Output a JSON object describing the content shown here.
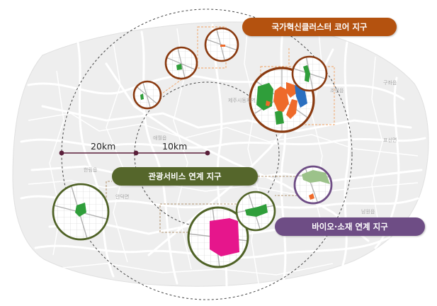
{
  "labels": {
    "core_zone": "국가혁신클러스터  코어 지구",
    "tourism_zone": "관광서비스  연계 지구",
    "bio_zone": "바이오·소재  연계 지구"
  },
  "distances": {
    "outer": "20km",
    "inner": "10km"
  },
  "places": {
    "central": "제주시동지역",
    "aewol": "애월읍",
    "hallim": "한림읍",
    "andeok": "안덕면",
    "jocheon": "조천읍",
    "gujwa": "구좌읍",
    "pyoseon": "표선면",
    "namwon": "남원읍"
  },
  "colors": {
    "core": "#b4520f",
    "tourism": "#55662b",
    "bio": "#6e4d85",
    "green_parcel": "#2f9e3a",
    "orange_parcel": "#ee6a2a",
    "blue_parcel": "#2a6fc0",
    "magenta_parcel": "#e6168c",
    "leader_line": "#f0a060"
  }
}
